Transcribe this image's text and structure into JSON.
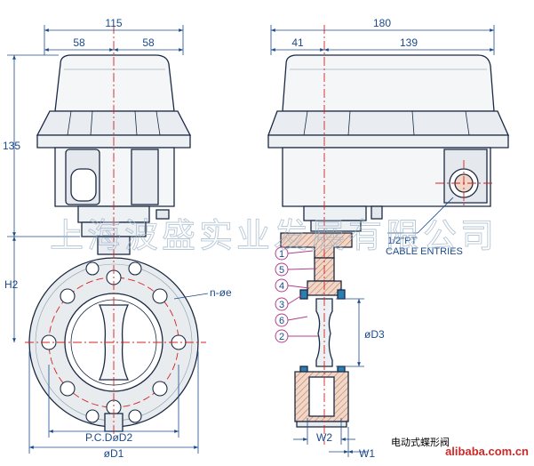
{
  "dimensions": {
    "front_width": "115",
    "front_half_left": "58",
    "front_half_right": "58",
    "side_width": "180",
    "side_left": "41",
    "side_right": "139",
    "height_actuator": "135",
    "height_body": "H2",
    "bolt_circle": "P.C.DøD2",
    "outer_diameter": "øD1",
    "bolt_holes": "n-øe",
    "stem_diameter": "øD3",
    "w1": "W1",
    "w2": "W2"
  },
  "cable_note": {
    "line1": "1/2\"PT",
    "line2": "CABLE ENTRIES"
  },
  "part_numbers": [
    "1",
    "5",
    "4",
    "3",
    "6",
    "2"
  ],
  "watermark": "上海波盛实业发展有限公司",
  "caption": "电动式蝶形阀",
  "footer": "alibaba.com.cn",
  "colors": {
    "line": "#1b2a44",
    "dimension": "#1b4a8a",
    "centerline": "#d42020",
    "body_fill": "#e8ecef",
    "actuator_fill": "#f4f6f8",
    "hatch": "#d59b83",
    "seal": "#2a7fb0",
    "balloon": "#b0408a",
    "watermark": "#9fb5c9",
    "footer": "#cc2a2a"
  }
}
